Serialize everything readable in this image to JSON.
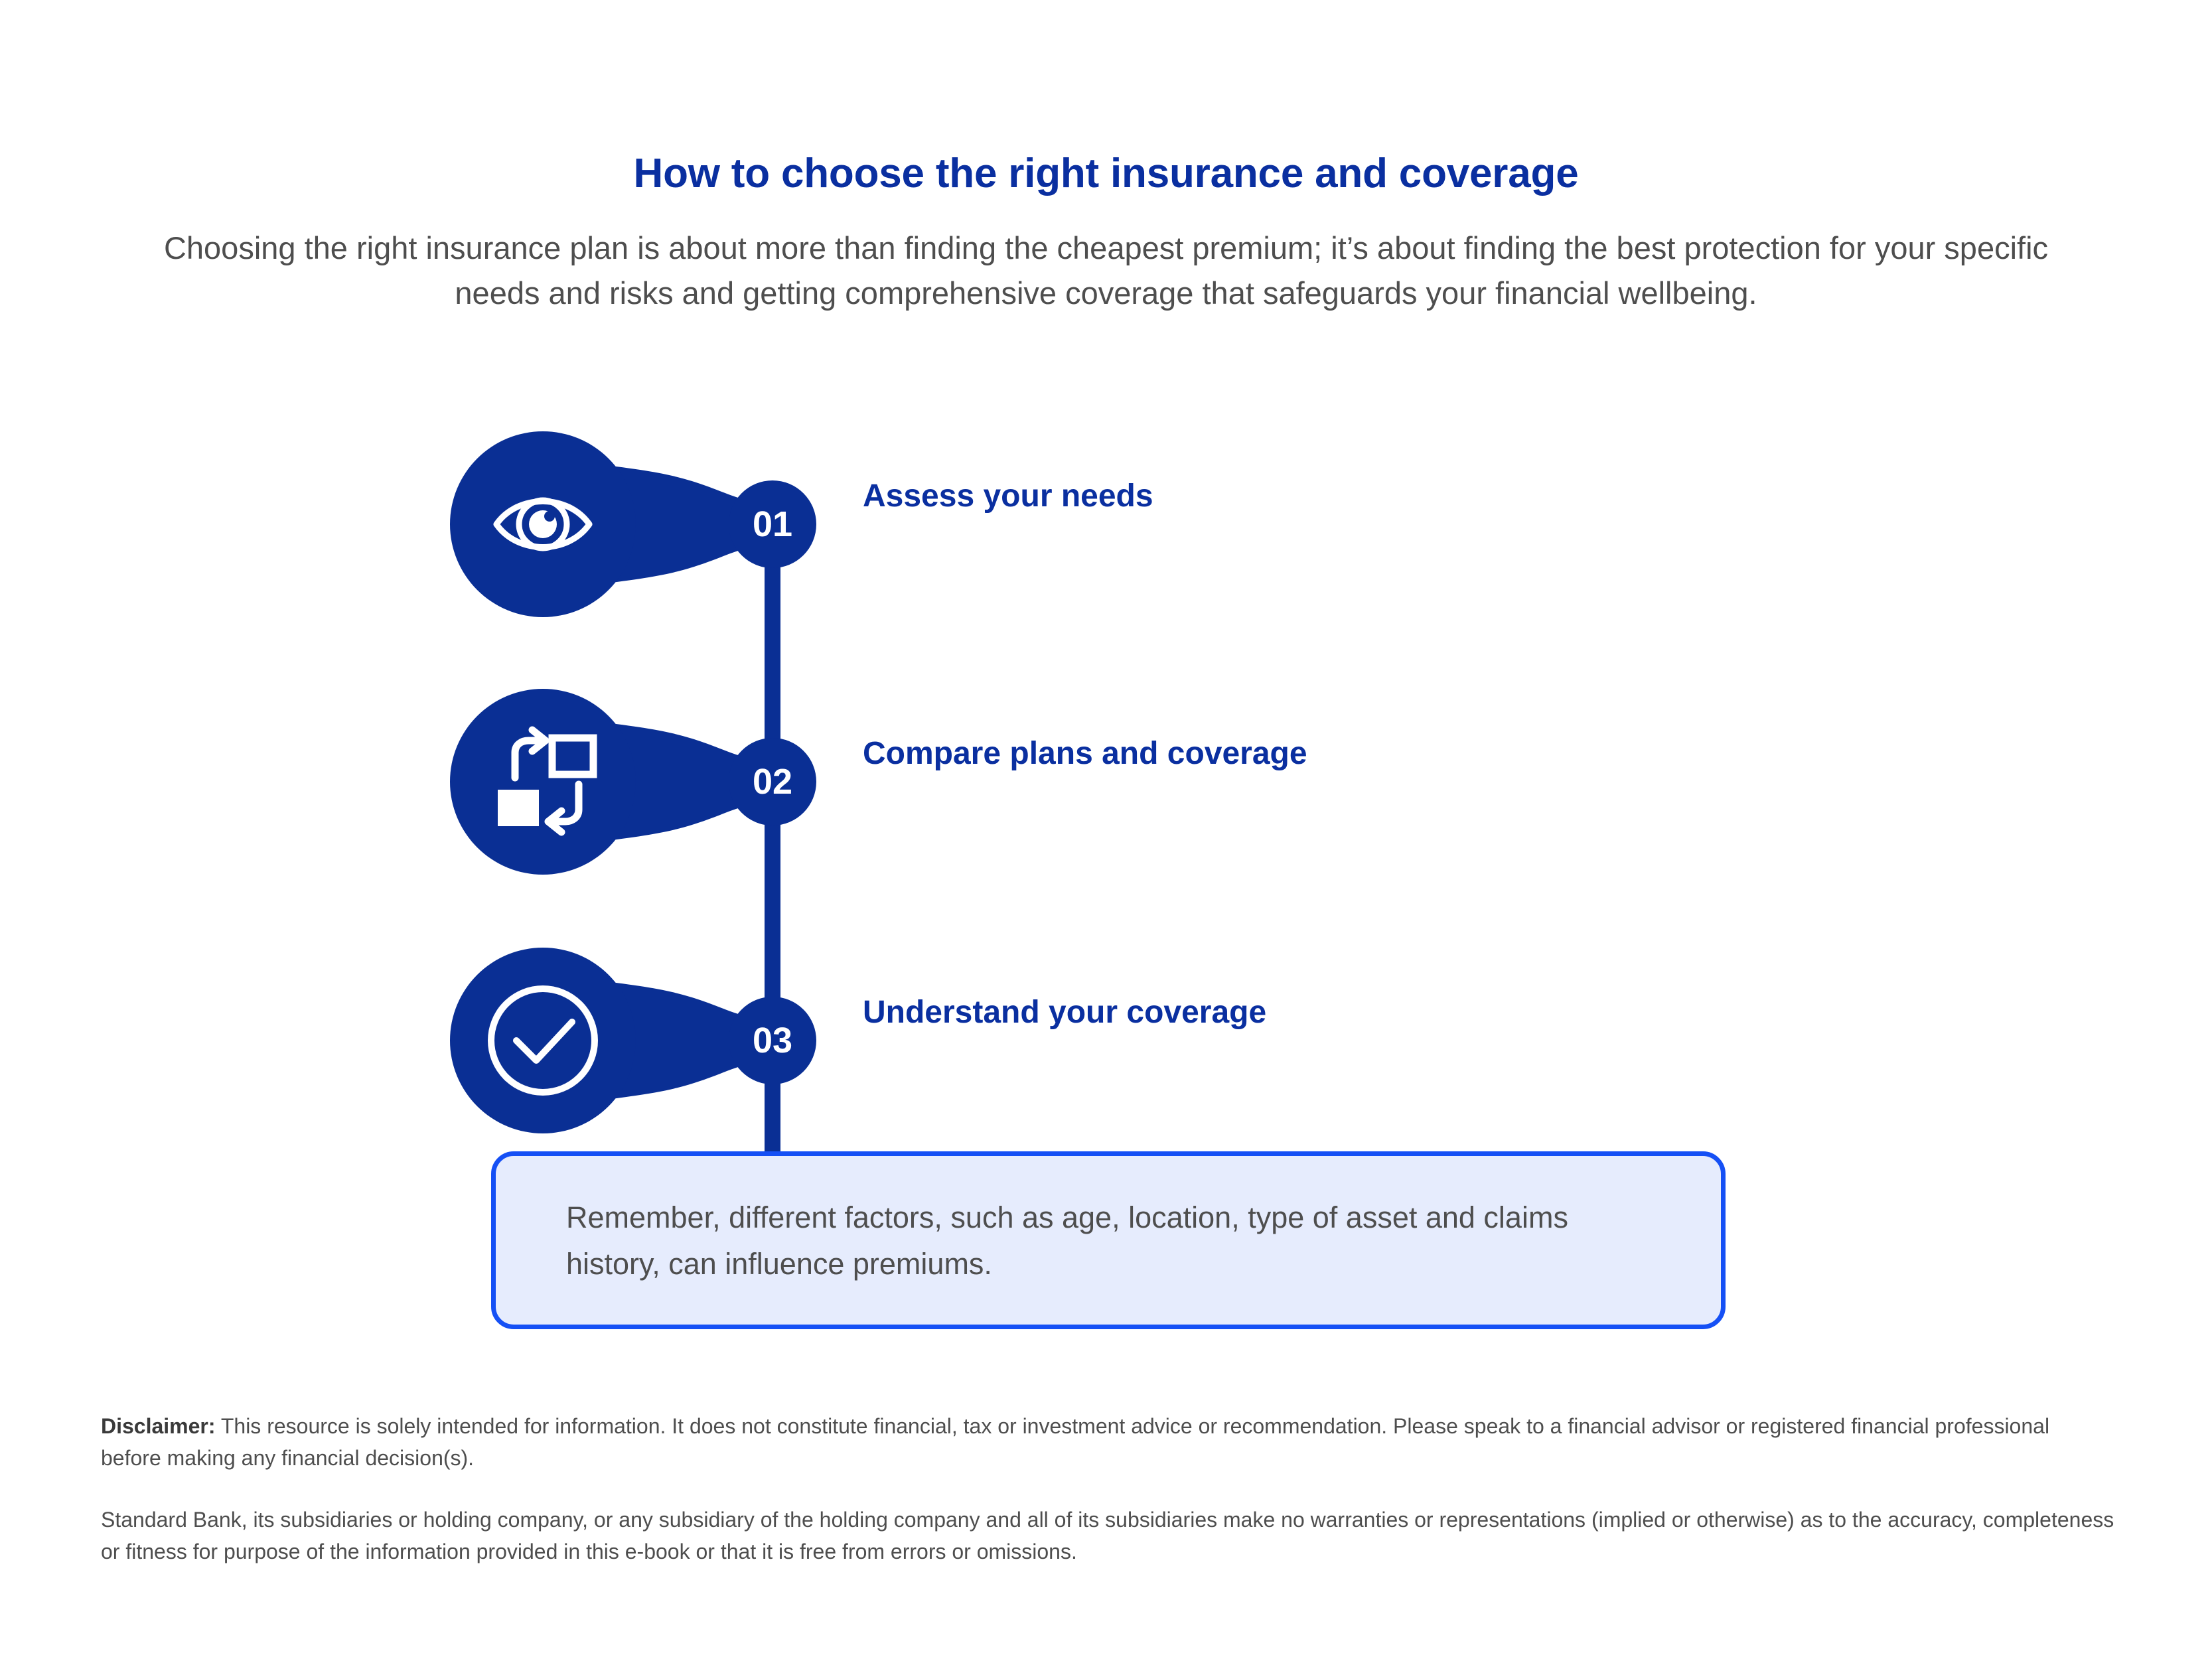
{
  "header": {
    "title": "How to choose the right insurance and coverage",
    "subtitle": "Choosing the right insurance plan is about more than finding the cheapest premium; it’s about finding the best protection for your specific needs and risks and getting comprehensive coverage that safeguards your financial wellbeing."
  },
  "timeline": {
    "steps": [
      {
        "number": "01",
        "title": "Assess your needs",
        "icon": "eye-icon"
      },
      {
        "number": "02",
        "title": "Compare plans and coverage",
        "icon": "swap-squares-icon"
      },
      {
        "number": "03",
        "title": "Understand your coverage",
        "icon": "check-circle-icon"
      }
    ]
  },
  "callout": {
    "text": "Remember, different factors, such as age, location, type of asset and claims history, can influence premiums."
  },
  "disclaimer": {
    "lead": "Disclaimer:",
    "paragraph1": " This resource is solely intended for information. It does not constitute financial, tax or investment advice or recommendation. Please speak to a financial advisor or registered financial professional before making any financial decision(s).",
    "paragraph2": "Standard Bank, its subsidiaries or holding company, or any subsidiary of the holding company and all of its subsidiaries make no warranties or representations (implied or otherwise) as to the accuracy, completeness or fitness for purpose of the information provided in this e-book or that it is free from errors or omissions."
  },
  "colors": {
    "brand_blue": "#0A2FA0",
    "node_blue": "#0A2F94",
    "callout_fill": "#E6ECFD",
    "callout_border": "#1550F5",
    "body_text": "#4E4E4E"
  }
}
